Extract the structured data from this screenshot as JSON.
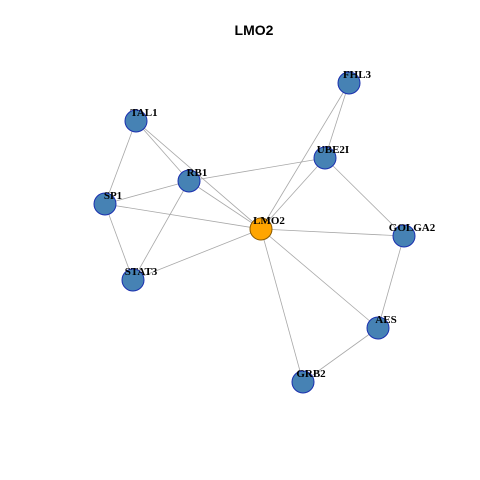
{
  "graph": {
    "title": "LMO2",
    "colors": {
      "node_fill": "#4682B4",
      "node_stroke": "#1A2FAF",
      "center_fill": "#FFA500",
      "center_stroke": "#8B5A00",
      "edge": "#A8A8A8"
    },
    "nodes": [
      {
        "id": "LMO2",
        "label": "LMO2",
        "center": true
      },
      {
        "id": "FHL3",
        "label": "FHL3"
      },
      {
        "id": "TAL1",
        "label": "TAL1"
      },
      {
        "id": "UBE2I",
        "label": "UBE2I"
      },
      {
        "id": "RB1",
        "label": "RB1"
      },
      {
        "id": "SP1",
        "label": "SP1"
      },
      {
        "id": "GOLGA2",
        "label": "GOLGA2"
      },
      {
        "id": "STAT3",
        "label": "STAT3"
      },
      {
        "id": "AES",
        "label": "AES"
      },
      {
        "id": "GRB2",
        "label": "GRB2"
      }
    ],
    "edges": [
      [
        "LMO2",
        "FHL3"
      ],
      [
        "LMO2",
        "TAL1"
      ],
      [
        "LMO2",
        "UBE2I"
      ],
      [
        "LMO2",
        "RB1"
      ],
      [
        "LMO2",
        "SP1"
      ],
      [
        "LMO2",
        "GOLGA2"
      ],
      [
        "LMO2",
        "STAT3"
      ],
      [
        "LMO2",
        "AES"
      ],
      [
        "LMO2",
        "GRB2"
      ],
      [
        "FHL3",
        "UBE2I"
      ],
      [
        "TAL1",
        "SP1"
      ],
      [
        "TAL1",
        "RB1"
      ],
      [
        "SP1",
        "RB1"
      ],
      [
        "SP1",
        "STAT3"
      ],
      [
        "RB1",
        "STAT3"
      ],
      [
        "RB1",
        "UBE2I"
      ],
      [
        "UBE2I",
        "GOLGA2"
      ],
      [
        "GOLGA2",
        "AES"
      ],
      [
        "AES",
        "GRB2"
      ]
    ]
  }
}
